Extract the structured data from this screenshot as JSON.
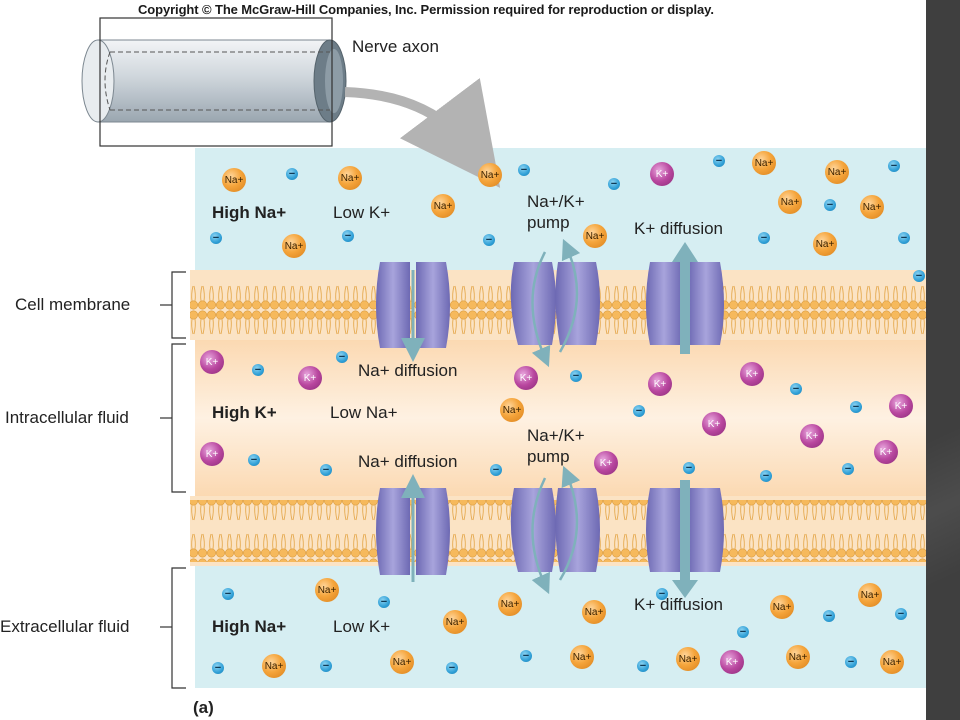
{
  "header": {
    "copyright": "Copyright © The McGraw-Hill Companies, Inc. Permission required for reproduction or display."
  },
  "axon": {
    "label": "Nerve axon"
  },
  "side_labels": {
    "cell_membrane": "Cell membrane",
    "intracellular": "Intracellular fluid",
    "extracellular": "Extracellular fluid"
  },
  "top": {
    "high": "High Na+",
    "low": "Low K+",
    "pump_line1": "Na+/K+",
    "pump_line2": "pump",
    "k_diffusion": "K+ diffusion"
  },
  "middle": {
    "na_diffusion_top": "Na+ diffusion",
    "high": "High K+",
    "low": "Low Na+",
    "pump_line1": "Na+/K+",
    "pump_line2": "pump",
    "na_diffusion_bottom": "Na+ diffusion"
  },
  "bottom": {
    "high": "High Na+",
    "low": "Low K+",
    "k_diffusion": "K+ diffusion"
  },
  "panel_label": "(a)",
  "ion_labels": {
    "sodium": "Na+",
    "potassium": "K+",
    "anion": "−"
  },
  "colors": {
    "extracellular_fluid": "#d6eef2",
    "intracellular_fluid": "#fde7cf",
    "membrane_head": "#f4b65a",
    "channel_protein": "#8a86c8",
    "arrow": "#7fb1bb",
    "sodium_ion": "#f5a53c",
    "potassium_ion": "#b9479f",
    "anion": "#2f9fd6",
    "sidebar": "#3f3f3f"
  }
}
